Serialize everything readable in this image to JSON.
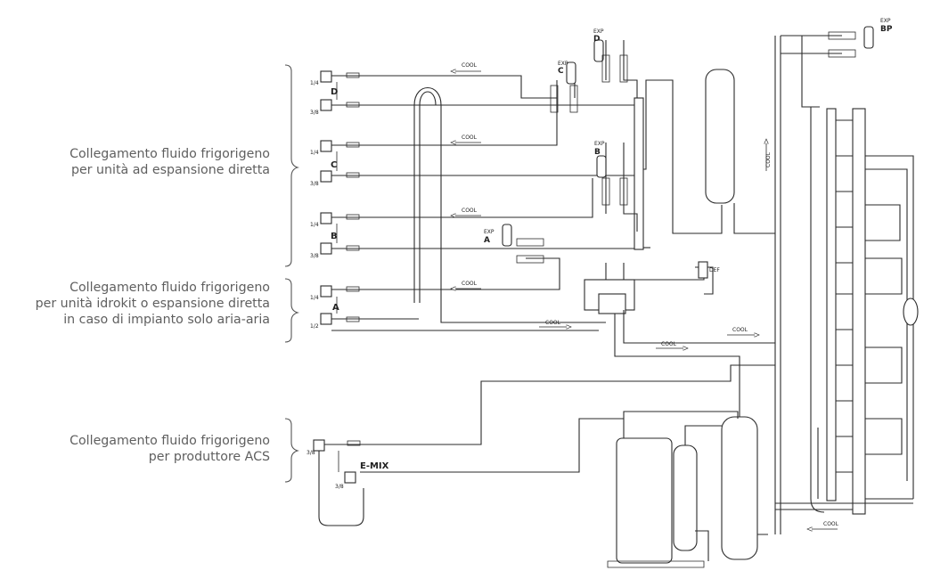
{
  "callouts": {
    "direct_expansion": [
      "Collegamento fluido frigorigeno",
      "per unità ad espansione diretta"
    ],
    "idrokit": [
      "Collegamento fluido frigorigeno",
      "per unità idrokit o espansione diretta",
      "in caso di impianto solo aria-aria"
    ],
    "acs": [
      "Collegamento fluido frigorigeno",
      "per produttore ACS"
    ]
  },
  "labels": {
    "port_d": "D",
    "port_c": "C",
    "port_b": "B",
    "port_a": "A",
    "emix": "E-MIX",
    "exp": "EXP",
    "exp_a": "A",
    "exp_b": "B",
    "exp_c": "C",
    "exp_d": "D",
    "exp_bp": "BP",
    "cool": "COOL",
    "def": "DEF",
    "size_14": "1/4",
    "size_38": "3/8",
    "size_12": "1/2"
  }
}
